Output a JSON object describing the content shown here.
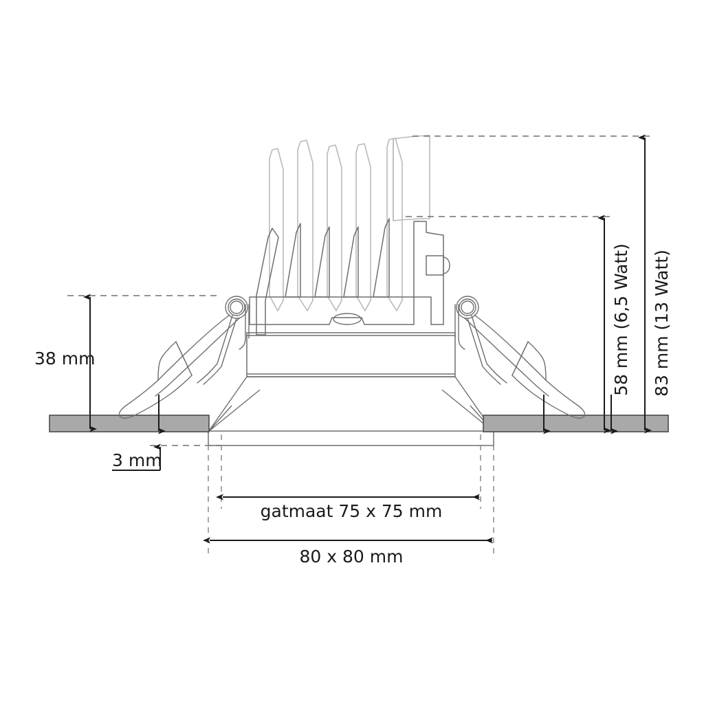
{
  "drawing": {
    "title": "Recessed LED downlight — technical cross-section drawing",
    "language": "nl",
    "line_color": "#6e6e6e",
    "fin_color": "#b9b9b9",
    "dim_color": "#1a1a1a",
    "ceiling_fill": "#a9a9a9",
    "ceiling_stroke": "#4a4a4a",
    "background": "#ffffff"
  },
  "dimensions": {
    "height_13w": {
      "label": "83 mm (13 Watt)",
      "value": 83,
      "unit": "mm",
      "variant": "13 Watt",
      "orientation": "vertical"
    },
    "height_65w": {
      "label": "58 mm (6,5 Watt)",
      "value": 58,
      "unit": "mm",
      "variant": "6,5 Watt",
      "orientation": "vertical"
    },
    "clip_height": {
      "label": "38 mm",
      "value": 38,
      "unit": "mm",
      "orientation": "vertical"
    },
    "bezel_depth": {
      "label": "3 mm",
      "value": 3,
      "unit": "mm",
      "orientation": "vertical"
    },
    "hole_size": {
      "label": "gatmaat 75 x 75 mm",
      "value": "75 x 75",
      "unit": "mm",
      "orientation": "horizontal"
    },
    "outer_size": {
      "label": "80 x 80 mm",
      "value": "80 x 80",
      "unit": "mm",
      "orientation": "horizontal"
    }
  },
  "parts": {
    "heatsink": "heat-sink-fins",
    "body": "driver-housing",
    "springs": "mounting-spring-clips",
    "bezel": "trim-bezel",
    "ceiling": "ceiling-panel",
    "connector": "cable-connector"
  }
}
